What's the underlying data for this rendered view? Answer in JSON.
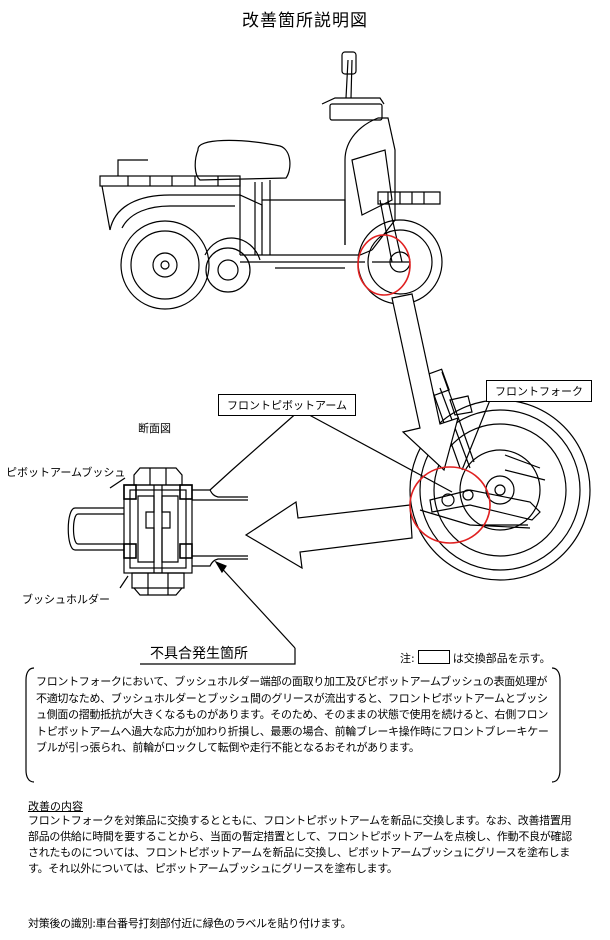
{
  "title": "改善箇所説明図",
  "labels": {
    "front_pivot_arm": "フロントピボットアーム",
    "front_fork": "フロントフォーク",
    "section_view": "断面図",
    "pivot_arm_bush": "ピボットアームブッシュ",
    "bush_holder": "ブッシュホルダー",
    "defect_location": "不具合発生箇所"
  },
  "note": {
    "prefix": "注:",
    "suffix": "は交換部品を示す。"
  },
  "description": "フロントフォークにおいて、ブッシュホルダー端部の面取り加工及びピボットアームブッシュの表面処理が不適切なため、ブッシュホルダーとブッシュ間のグリースが流出すると、フロントピボットアームとブッシュ側面の摺動抵抗が大きくなるものがあります。そのため、そのままの状態で使用を続けると、右側フロントピボットアームへ過大な応力が加わり折損し、最悪の場合、前輪ブレーキ操作時にフロントブレーキケーブルが引っ張られ、前輪がロックして転倒や走行不能となるおそれがあります。",
  "improvement": {
    "heading": "改善の内容",
    "body": "フロントフォークを対策品に交換するとともに、フロントピボットアームを新品に交換します。なお、改善措置用部品の供給に時間を要することから、当面の暫定措置として、フロントピボットアームを点検し、作動不良が確認されたものについては、フロントピボットアームを新品に交換し、ピボットアームブッシュにグリースを塗布します。それ以外については、ピボットアームブッシュにグリースを塗布します。"
  },
  "identification": "対策後の識別:車台番号打刻部付近に緑色のラベルを貼り付けます。",
  "colors": {
    "highlight_circle": "#e02020",
    "line": "#000000"
  }
}
